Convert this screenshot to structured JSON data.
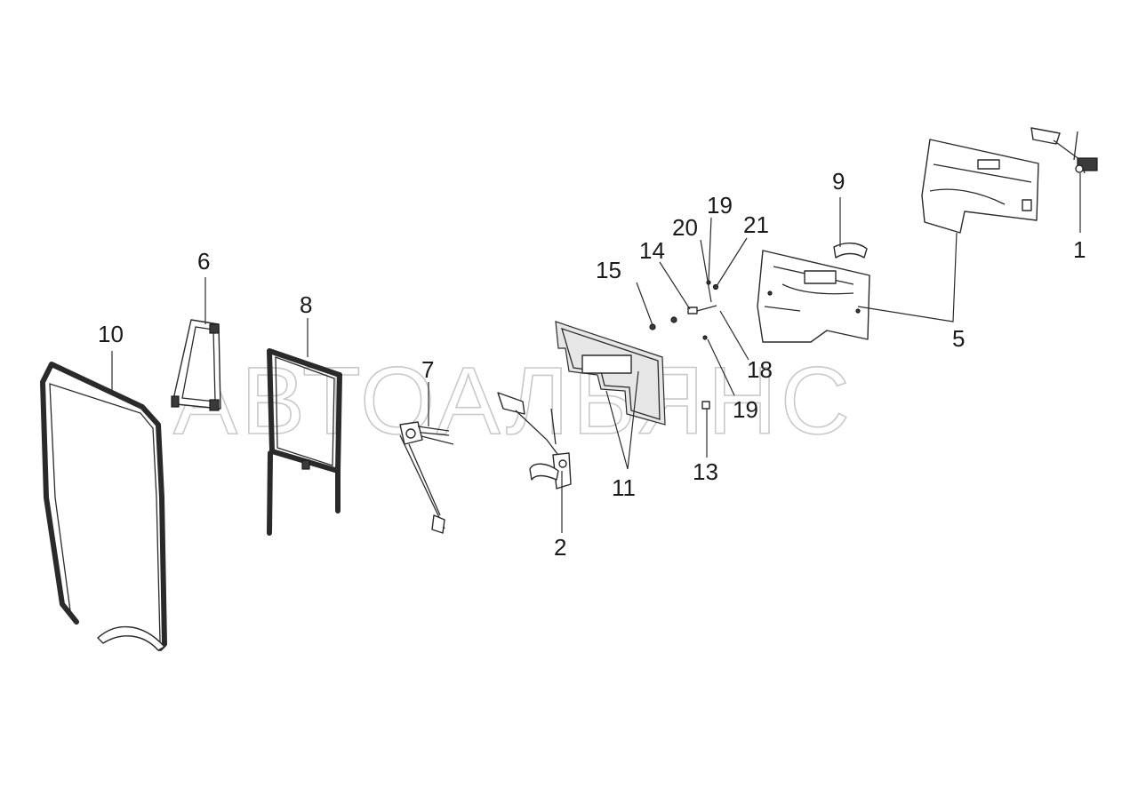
{
  "watermark": "АВТОАЛЬЯНС",
  "callouts": {
    "c1": "1",
    "c2": "2",
    "c5": "5",
    "c6": "6",
    "c7": "7",
    "c8": "8",
    "c9": "9",
    "c10": "10",
    "c11": "11",
    "c13": "13",
    "c14": "14",
    "c15": "15",
    "c18": "18",
    "c19a": "19",
    "c19b": "19",
    "c20": "20",
    "c21": "21"
  }
}
